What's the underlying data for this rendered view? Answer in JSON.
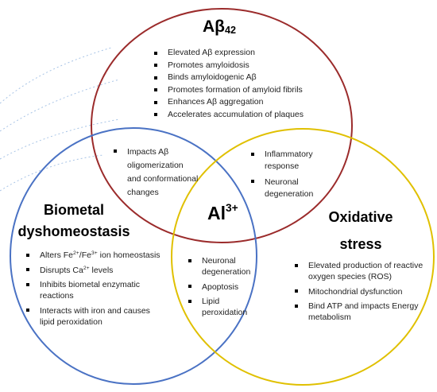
{
  "circles": [
    {
      "name": "abeta42",
      "color": "#9b2b2b"
    },
    {
      "name": "biometal",
      "color": "#4a72c4"
    },
    {
      "name": "oxidative",
      "color": "#e0c000"
    }
  ],
  "decoration_color": "#a8c4e6",
  "titles": {
    "abeta": {
      "main": "Aβ",
      "sub": "42"
    },
    "al": {
      "main": "Al",
      "sup": "3+"
    },
    "biometal": [
      "Biometal",
      "dyshomeostasis"
    ],
    "oxidative": [
      "Oxidative",
      "stress"
    ]
  },
  "abeta_items": [
    "Elevated Aβ expression",
    "Promotes amyloidosis",
    "Binds amyloidogenic Aβ",
    "Promotes formation of amyloid fibrils",
    "Enhances Aβ aggregation",
    "Accelerates accumulation of plaques"
  ],
  "abeta_biometal_items": [
    "Impacts Aβ oligomerization and conformational changes"
  ],
  "abeta_oxidative_items": [
    "Inflammatory response",
    "Neuronal degeneration"
  ],
  "biometal_items": [
    {
      "pre": "Alters Fe",
      "sup1": "2+",
      "mid": "/Fe",
      "sup2": "3+",
      "post": " ion homeostasis"
    },
    {
      "pre": "Disrupts Ca",
      "sup1": "2+",
      "mid": " levels",
      "sup2": "",
      "post": ""
    },
    {
      "pre": "Inhibits biometal enzymatic reactions",
      "sup1": "",
      "mid": "",
      "sup2": "",
      "post": ""
    },
    {
      "pre": "Interacts with iron and causes lipid peroxidation",
      "sup1": "",
      "mid": "",
      "sup2": "",
      "post": ""
    }
  ],
  "biometal_oxidative_items": [
    "Neuronal degeneration",
    "Apoptosis",
    "Lipid peroxidation"
  ],
  "oxidative_items": [
    "Elevated production of reactive oxygen species (ROS)",
    "Mitochondrial dysfunction",
    "Bind ATP and impacts Energy metabolism"
  ]
}
